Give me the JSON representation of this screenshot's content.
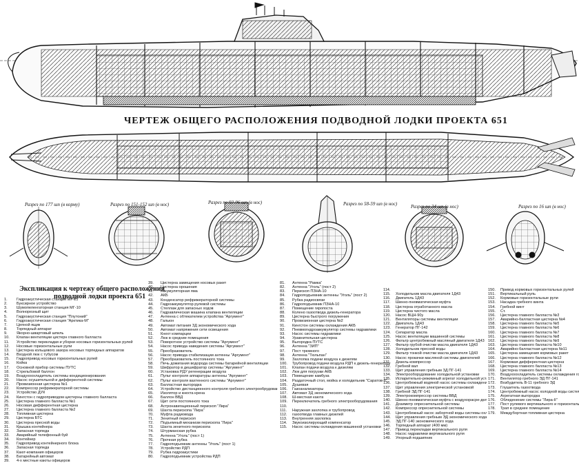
{
  "drawing_title": "ЧЕРТЕЖ ОБЩЕГО РАСПОЛОЖЕНИЯ ПОДВОДНОЙ ЛОДКИ ПРОЕКТА 651",
  "section_labels": [
    "Разрез по 177 шп (в корму)",
    "Разрез по 151-152 шп (в нос)",
    "Разрез по 93-96 шп (в нос)",
    "Разрез по 58-59 шп (в нос)",
    "Разрез по 34 шп (в нос)",
    "Разрез по 16 шп (в нос)"
  ],
  "legend_title": [
    "Экспликация к чертежу общего расположения",
    "подводной лодки проекта 651"
  ],
  "legend_columns": [
    [
      [
        "1.",
        "Гидроакустическая станция МГ-25"
      ],
      [
        "2.",
        "Буксирное устройство"
      ],
      [
        "3.",
        "Шумопеленгаторная станция МГ-10"
      ],
      [
        "4.",
        "Волнорезный щит"
      ],
      [
        "5.",
        "Гидроакустическая станция \"Плутоний\""
      ],
      [
        "6.",
        "Гидроакустическая станция \"Арктика-М\""
      ],
      [
        "7.",
        "Цепной ящик"
      ],
      [
        "8.",
        "Торпедный аппарат"
      ],
      [
        "9.",
        "Якорно-швартовый шпиль"
      ],
      [
        "10.",
        "Клапан вентиляции цистерн главного балласта"
      ],
      [
        "11.",
        "Устройство перекладки и уборки носовых горизонтальных рулей"
      ],
      [
        "12.",
        "Носовые горизонтальные рули"
      ],
      [
        "13.",
        "Цистерна кольцевого зазора носовых торпедных аппаратов"
      ],
      [
        "14.",
        "Входной люк с тубусом"
      ],
      [
        "15.",
        "Гидропривод носовых горизонтальных рулей"
      ],
      [
        "16.",
        "Койка"
      ],
      [
        "17.",
        "Основной прибор системы ПУТС"
      ],
      [
        "18.",
        "Стрельбовой баллон"
      ],
      [
        "19.",
        "Воздухоохладитель системы кондиционирования"
      ],
      [
        "20.",
        "Насос осушительной и дифферентной системы"
      ],
      [
        "21.",
        "Провизионная цистерна №1"
      ],
      [
        "22.",
        "Компрессор рефрижераторной системы"
      ],
      [
        "23.",
        "Устройство ДУК"
      ],
      [
        "24.",
        "Кингстон с гидроприводом цистерны главного балласта"
      ],
      [
        "25.",
        "Цистерна главного балласта №1"
      ],
      [
        "26.",
        "Носовая дифферентная цистерна"
      ],
      [
        "27.",
        "Цистерна главного балласта №2"
      ],
      [
        "28.",
        "Топливная цистерна"
      ],
      [
        "29.",
        "Цистерна БТС"
      ],
      [
        "30.",
        "Цистерна пресной воды"
      ],
      [
        "31.",
        "Крышка контейнера"
      ],
      [
        "32.",
        "Запасная торпеда"
      ],
      [
        "33.",
        "Аварийный телефонный буй"
      ],
      [
        "34.",
        "Контейнер"
      ],
      [
        "35.",
        "Гидропривод контейнерного блока"
      ],
      [
        "36.",
        "Запасная торпеда"
      ],
      [
        "37.",
        "Кают-компания офицеров"
      ],
      [
        "38.",
        "Батарейный автомат"
      ],
      [
        "39.",
        "4-х местные каюты офицеров"
      ]
    ],
    [
      [
        "39.",
        "Цистерна замещения носовых ракет"
      ],
      [
        "40.",
        "Цистерна орошения"
      ],
      [
        "41.",
        "Аккумуляторная яма"
      ],
      [
        "42.",
        "АКБ"
      ],
      [
        "43.",
        "Конденсатор рефрижераторной системы"
      ],
      [
        "44.",
        "Гидроаккумулятор рулевой системы"
      ],
      [
        "45.",
        "Стеллаж для запасных ходов"
      ],
      [
        "46.",
        "Гидравлическая машина клапана вентиляции"
      ],
      [
        "47.",
        "Антенна с обтекателем устройства \"Аргумент\""
      ],
      [
        "48.",
        "Гальюн"
      ],
      [
        "49.",
        "Автомат питания ЗД экономического хода"
      ],
      [
        "50.",
        "Автомат напряжения сети освещения"
      ],
      [
        "51.",
        "Кнехт компарцеи"
      ],
      [
        "52.",
        "Люк в средние помещения"
      ],
      [
        "53.",
        "Поворотное устройство системы \"Аргумент\""
      ],
      [
        "54.",
        "Насос привода наведения системы \"Аргумент\""
      ],
      [
        "55.",
        "Преобразователь"
      ],
      [
        "56.",
        "Насос привода стабилизации антенны \"Аргумент\""
      ],
      [
        "57.",
        "Преобразователь постоянного тока"
      ],
      [
        "58.",
        "Печь дожигания водорода системы батарейной вентиляции"
      ],
      [
        "59.",
        "Шифратор в дешифратор системы \"Аргумент\""
      ],
      [
        "60.",
        "Установка РДУ регенерации воздуха"
      ],
      [
        "61.",
        "Пульт контроля аппаратуры антенны \"Аргумент\""
      ],
      [
        "62.",
        "Пульт контроля вахтенного системы \"Аргумент\""
      ],
      [
        "63.",
        "Балластная выгородка"
      ],
      [
        "64.",
        "Устройство дистанционного контроля гребного электрообрудования"
      ],
      [
        "65.",
        "Изолятор и кнехта крена"
      ],
      [
        "66.",
        "Баллон ВВД"
      ],
      [
        "67.",
        "Щит сети постоянного тока"
      ],
      [
        "68.",
        "Астронавигационный перископ \"Лира\""
      ],
      [
        "69.",
        "Шахта перископа \"Лира\""
      ],
      [
        "70.",
        "Муфта радиовода"
      ],
      [
        "71.",
        "Зенитный перископ"
      ],
      [
        "72.",
        "Подъемный механизм перископа \"Лира\""
      ],
      [
        "73.",
        "Шахта зенитного перископа"
      ],
      [
        "74.",
        "Штурманская рубка"
      ],
      [
        "75.",
        "Антенна \"Уголь\" (пост 1)"
      ],
      [
        "76.",
        "Прочная рубка"
      ],
      [
        "77.",
        "Гидроподъемник антенны \"Уголь\" (пост 1)"
      ],
      [
        "78.",
        "Устройство РДП"
      ],
      [
        "79.",
        "Рубка гидроакустики"
      ],
      [
        "80.",
        "Гидроподъемник устройства РДП"
      ]
    ],
    [
      [
        "81.",
        "Антенна \"Рамка\""
      ],
      [
        "82.",
        "Антенна \"Уголь\" (пост 2)"
      ],
      [
        "83.",
        "Перископ ПЗНА-10"
      ],
      [
        "84.",
        "Гидроподъемник антенны \"Уголь\" (пост 2)"
      ],
      [
        "85.",
        "Рубка радиосвязи"
      ],
      [
        "86.",
        "Гидроподъемник ПЗНА-10"
      ],
      [
        "87.",
        "Помещение гиропоста"
      ],
      [
        "88.",
        "Колено газоотвода дизель-генератора"
      ],
      [
        "89.",
        "Цистерна быстрого погружения"
      ],
      [
        "90.",
        "Провизионная цистерна №2"
      ],
      [
        "91.",
        "Кингстон системы охлаждения АКБ"
      ],
      [
        "92.",
        "Пневмогидроаккумулятор системы гидравлики"
      ],
      [
        "93.",
        "Насос системы гидравлики"
      ],
      [
        "94.",
        "Уравнительная цистерна"
      ],
      [
        "95.",
        "Выгородка ПУТС"
      ],
      [
        "96.",
        "Антенна \"ЗИП\""
      ],
      [
        "97.",
        "Пост трюмного"
      ],
      [
        "98.",
        "Антенна \"Тюльпан\""
      ],
      [
        "99.",
        "Захлопка подачи воздуха к дизелям"
      ],
      [
        "100.",
        "Трубопровод подачи воздуха РДП к дизель-генератору"
      ],
      [
        "101.",
        "Клапан подачи воздуха к дизелям"
      ],
      [
        "102.",
        "Люк для погрузки АКБ"
      ],
      [
        "103.",
        "Помещение камбуза"
      ],
      [
        "104.",
        "Раздаточный стол, мойка и холодильник \"Саратов-II\""
      ],
      [
        "105.",
        "Душевая"
      ],
      [
        "106.",
        "Газоанализаторы"
      ],
      [
        "107.",
        "Автомат ЗД экономического хода"
      ],
      [
        "108.",
        "Ш-местная каюта"
      ],
      [
        "109.",
        "Переключатель гребного электрооборудования"
      ],
      [
        "110.",
        ""
      ],
      [
        "111.",
        "Наружная захлопка и трубопровод"
      ],
      [
        "112.",
        "газоотвода главных дизелей"
      ],
      [
        "113.",
        "Внутренняя захлопка"
      ],
      [
        "114.",
        "Звукоизолирующий компенсатор"
      ],
      [
        "115.",
        "Насос системы охлаждения машинной установки"
      ]
    ],
    [
      [
        "114.",
        ""
      ],
      [
        "115.",
        "Холодильник масла двигателя 1Д43"
      ],
      [
        "116.",
        "Двигатель 1Д43"
      ],
      [
        "117.",
        "Шинно-пневматическая муфта"
      ],
      [
        "118.",
        "Цистерна отработанного масла"
      ],
      [
        "119.",
        "Цистерна чистого масла"
      ],
      [
        "120.",
        "Насос ВЦН-90у"
      ],
      [
        "121.",
        "Вентиляторы системы вентиляции"
      ],
      [
        "122.",
        "Двигатель 1Д43"
      ],
      [
        "123.",
        "Генератор ПГ-142"
      ],
      [
        "124.",
        "Сепаратор масла"
      ],
      [
        "125.",
        "Насос вентиляции машинной системы"
      ],
      [
        "126.",
        "Фильтр центробежный масляный двигателя 1Д43"
      ],
      [
        "127.",
        "Фильтр грубой очистки масла двигателя 1Д43"
      ],
      [
        "128.",
        "Холодильник пресной воды"
      ],
      [
        "129.",
        "Фильтр тонкой очистки масла двигателя 1Д43"
      ],
      [
        "130.",
        "Насос прокачки масляной системы двигателей"
      ],
      [
        "131.",
        "Дизель-компрессор"
      ],
      [
        "132.",
        "Гребной вал"
      ],
      [
        "133.",
        "Щит управления гребным ЗД ПГ-141"
      ],
      [
        "134.",
        "Электрооборудование холодильной установки"
      ],
      [
        "135.",
        "Испарительно-режимный агрегат холодильной установки"
      ],
      [
        "136.",
        "Центробежный водяной насос системы охлаждения"
      ],
      [
        "137.",
        "Щит управления электрической установкой"
      ],
      [
        "138.",
        "Гребной ЭД ПГ-141"
      ],
      [
        "139.",
        "Электрокомпрессор системы ВВД"
      ],
      [
        "140.",
        "Шинно-пневматическая муфта с воздухорасре-деленим"
      ],
      [
        "141.",
        "Дозиметр опреснительной системы"
      ],
      [
        "142.",
        "Компрессор опреснительной системы"
      ],
      [
        "143.",
        "Центробежный насос забортной воды системы охлаждения"
      ],
      [
        "144.",
        "Щит управления гребным ЭД экономического хода"
      ],
      [
        "145.",
        "ЭД ПГ-140 экономического хода"
      ],
      [
        "146.",
        "Торпедный аппарат (400 мм)"
      ],
      [
        "147.",
        "Привод перекладки вертикального руля"
      ],
      [
        "148.",
        "Насос гидравлики вертикального руля"
      ],
      [
        "149.",
        "Упорный подшипник"
      ]
    ],
    [
      [
        "150.",
        "Привод кормовых горизонтальных рулей"
      ],
      [
        "151.",
        "Вертикальный руль"
      ],
      [
        "152.",
        "Кормовые горизонтальные рули"
      ],
      [
        "153.",
        "Насадка гребного винта"
      ],
      [
        "154.",
        "Гребной винт"
      ],
      [
        "155.",
        "Ст."
      ],
      [
        "156.",
        "Цистерна главного балласта №3"
      ],
      [
        "157.",
        "Аварийно-балластная цистерна №4"
      ],
      [
        "158.",
        "Цистерна главного балласта №5"
      ],
      [
        "159.",
        "Цистерна главного балласта №6"
      ],
      [
        "160.",
        "Цистерна главного балласта №7"
      ],
      [
        "161.",
        "Цистерна главного балласта №8"
      ],
      [
        "162.",
        "Цистерна главного балласта №9"
      ],
      [
        "163.",
        "Цистерна главного балласта №10"
      ],
      [
        "164.",
        "Аварийно-балластная цистерна №11"
      ],
      [
        "165.",
        "Цистерна замещения кормовых ракет"
      ],
      [
        "166.",
        "Цистерна главного балласта №12"
      ],
      [
        "167.",
        "Кормовая дифферентная цистерна"
      ],
      [
        "168.",
        "Цистерна главного балласта №13"
      ],
      [
        "169.",
        "Цистерна главного балласта №14"
      ],
      [
        "170.",
        "Воздухоохладитель системы охлаждения гоних вала"
      ],
      [
        "171.",
        "Вентилятор гребного ЭД ПГ-141"
      ],
      [
        "172.",
        "Возбудитель В-11 гребного ЭД"
      ],
      [
        "173.",
        "Глушитель газоотвода"
      ],
      [
        "174.",
        "Центробежный насос холодной воды системы кондиционирования"
      ],
      [
        "175.",
        "Агрегатная выгородка"
      ],
      [
        "176.",
        "Обледенение системы \"Лира-II\""
      ],
      [
        "177.",
        "Пост рулевого вертикального и горизонтальных рулей"
      ],
      [
        "178.",
        "Трап в среднее помещение"
      ],
      [
        "179.",
        "Междубортная топливная цистерна"
      ]
    ]
  ]
}
